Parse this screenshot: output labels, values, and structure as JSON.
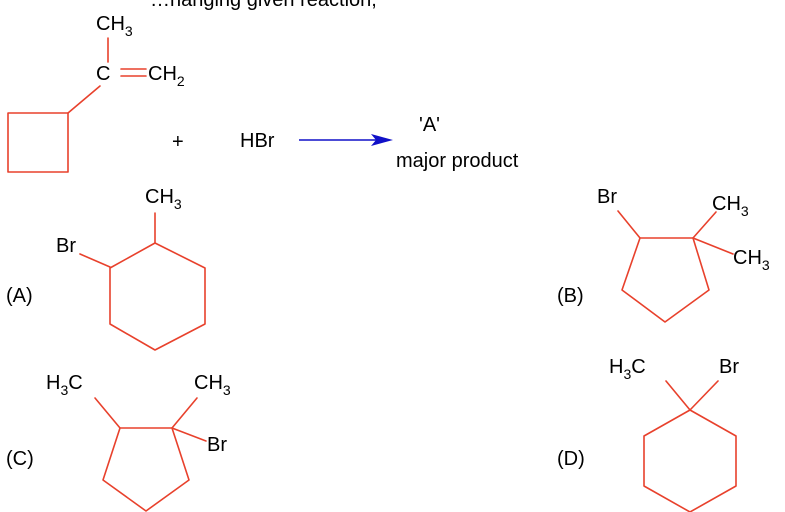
{
  "reaction": {
    "top_fragment": "…hanging given reaction,",
    "reactant_ch3": "CH3",
    "reactant_vinyl_c": "C",
    "reactant_ch2": "CH2",
    "plus": "+",
    "reagent": "HBr",
    "product_label": "'A'",
    "product_caption": "major product"
  },
  "options": {
    "A": {
      "label": "(A)",
      "ch3": "CH3",
      "br": "Br"
    },
    "B": {
      "label": "(B)",
      "br": "Br",
      "ch3_top": "CH3",
      "ch3_bottom": "CH3"
    },
    "C": {
      "label": "(C)",
      "h3c": "H3C",
      "ch3": "CH3",
      "br": "Br"
    },
    "D": {
      "label": "(D)",
      "h3c": "H3C",
      "br": "Br"
    }
  },
  "colors": {
    "bond": "#e8412c",
    "arrow": "#1010c8",
    "text": "#000000"
  }
}
